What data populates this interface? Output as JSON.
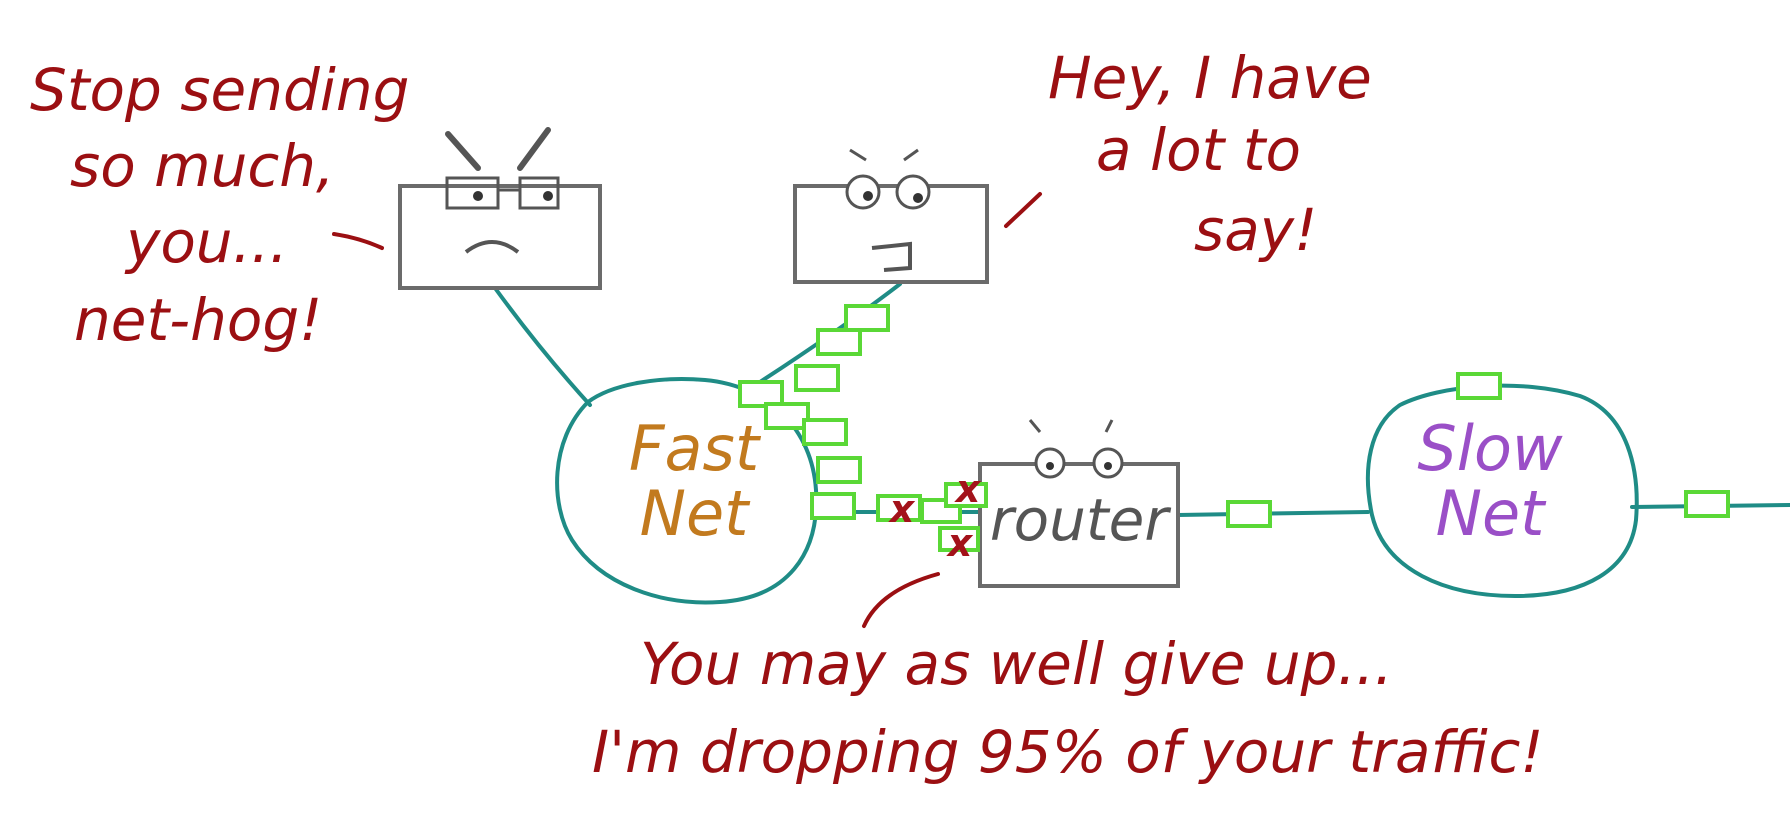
{
  "speech": {
    "left_lines": [
      "Stop sending",
      "so much,",
      "you...",
      "net-hog!"
    ],
    "right_lines": [
      "Hey, I have",
      "a lot to",
      "say!"
    ],
    "bottom_lines": [
      "You may as well give up...",
      "I'm dropping 95% of your traffic!"
    ]
  },
  "nodes": {
    "fast_net_lines": [
      "Fast",
      "Net"
    ],
    "slow_net_lines": [
      "Slow",
      "Net"
    ],
    "router": "router"
  },
  "drops": [
    "x",
    "x",
    "x"
  ],
  "colors": {
    "speech": "#9b0f12",
    "link": "#1f8c86",
    "packet_stroke": "#5ad836",
    "fast_net": "#c27a1e",
    "slow_net": "#9a4fc7",
    "box_stroke": "#6b6b6b"
  }
}
